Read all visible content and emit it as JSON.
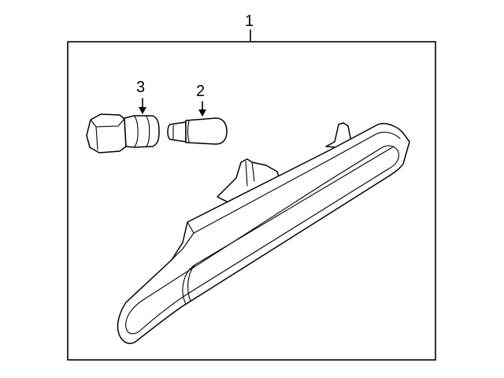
{
  "diagram": {
    "callouts": [
      {
        "id": "1",
        "label": "1"
      },
      {
        "id": "2",
        "label": "2"
      },
      {
        "id": "3",
        "label": "3"
      }
    ],
    "colors": {
      "stroke": "#000000",
      "background": "#ffffff"
    }
  }
}
